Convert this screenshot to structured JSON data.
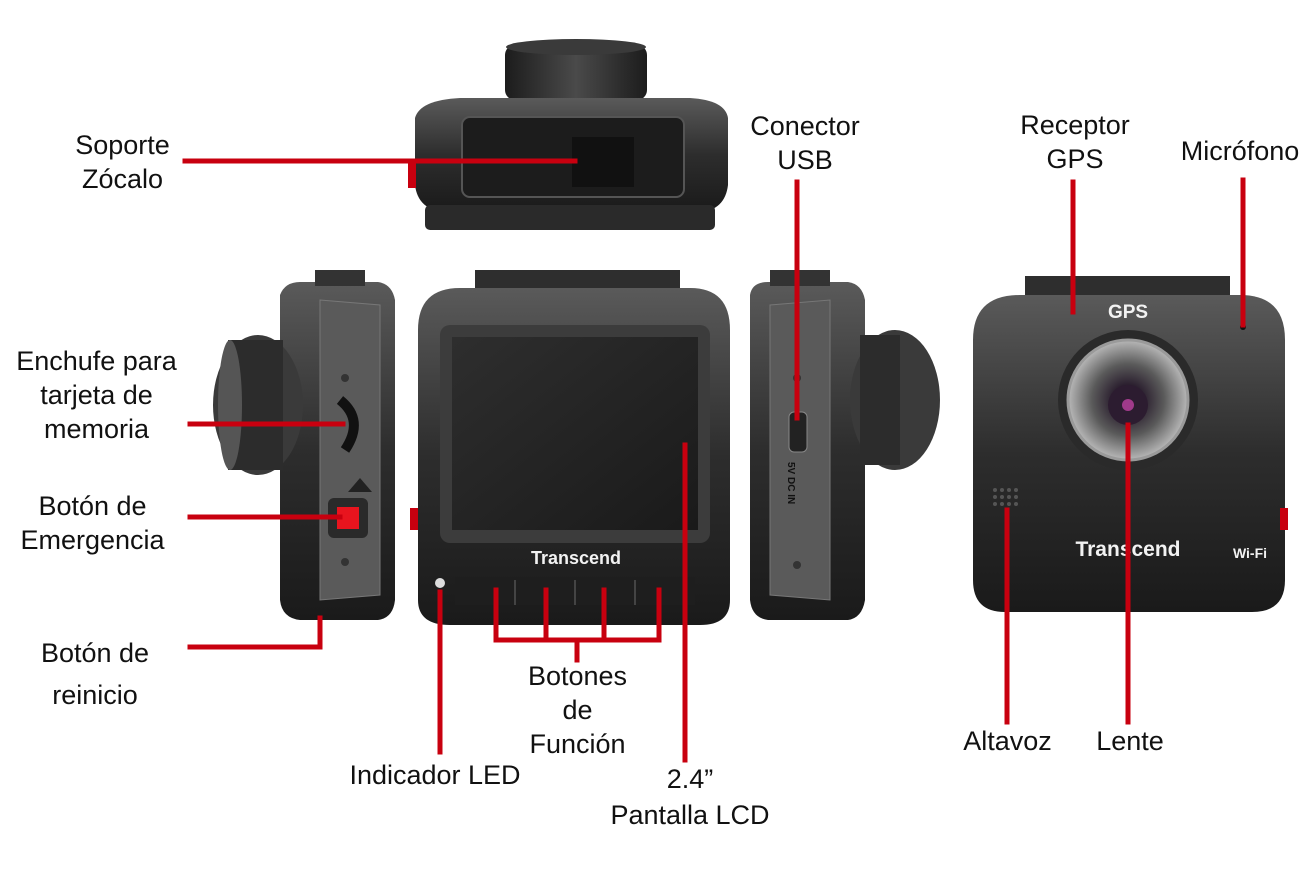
{
  "labels": {
    "soporte": [
      "Soporte",
      "Zócalo"
    ],
    "usb": [
      "Conector",
      "USB"
    ],
    "gps": [
      "Receptor",
      "GPS"
    ],
    "microfono": "Micrófono",
    "tarjeta": [
      "Enchufe para",
      "tarjeta de",
      "memoria"
    ],
    "emergencia": [
      "Botón de",
      "Emergencia"
    ],
    "reinicio": [
      "Botón de",
      "reinicio"
    ],
    "funcion": [
      "Botones",
      "de",
      "Función"
    ],
    "led": "Indicador LED",
    "lcd": [
      "2.4”",
      "Pantalla LCD"
    ],
    "altavoz": "Altavoz",
    "lente": "Lente"
  },
  "device": {
    "brand": "Transcend",
    "gps_mark": "GPS",
    "wifi_mark": "Wi-Fi",
    "dc_in": "5V DC IN"
  },
  "colors": {
    "leader": "#c8000f",
    "body": "#2a2a2a",
    "body_light": "#4a4a4a",
    "screen": "#242424",
    "emergency": "#e8141e"
  }
}
